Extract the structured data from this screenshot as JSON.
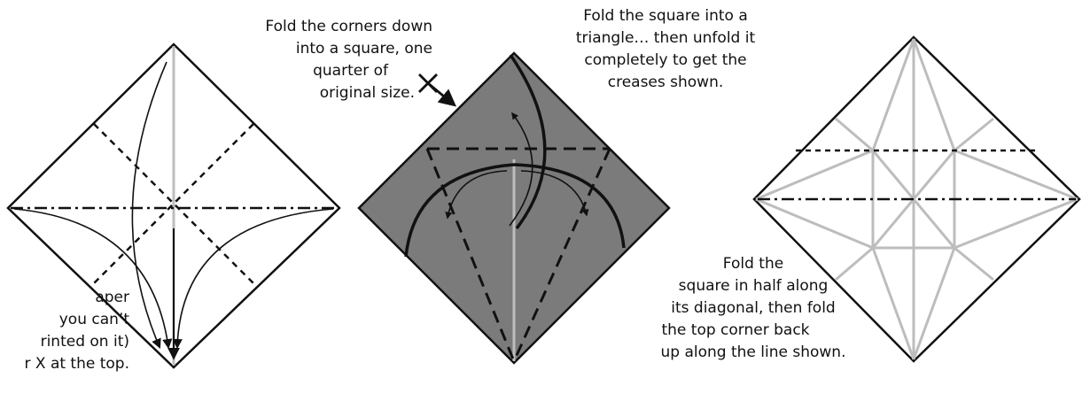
{
  "captions": {
    "step1_lines": [
      "aper",
      "you can’t",
      "rinted on it)",
      "r X at the top."
    ],
    "step2_lines": [
      "Fold the corners down",
      "into a square, one",
      "quarter of",
      "original size."
    ],
    "step3_lines": [
      "Fold the square into a",
      "triangle… then unfold it",
      "completely to get the",
      "creases shown."
    ],
    "step4_lines": [
      "Fold the",
      "square in half along",
      "its diagonal, then fold",
      "the top corner back",
      "up along the line shown."
    ]
  },
  "colors": {
    "paper_white": "#ffffff",
    "paper_colored": "#7b7b7b",
    "outline": "#111111",
    "crease_grey": "#bdbdbd",
    "arrow": "#111111"
  }
}
